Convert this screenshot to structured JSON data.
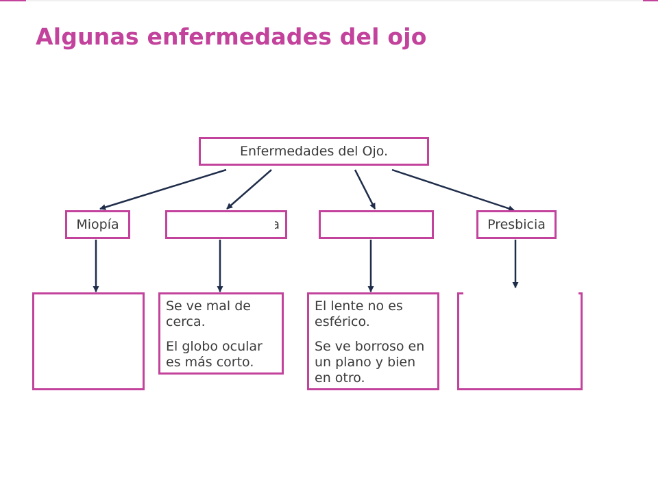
{
  "slide": {
    "title": "Algunas enfermedades del ojo"
  },
  "diagram": {
    "root": "Enfermedades del Ojo.",
    "branches": [
      {
        "label": "Miopía",
        "description": []
      },
      {
        "label": "a",
        "description": [
          "Se ve mal de cerca.",
          "El globo ocular es más corto."
        ]
      },
      {
        "label": "",
        "description": [
          "El lente no es esférico.",
          "Se ve borroso en un plano y bien en otro."
        ]
      },
      {
        "label": "Presbicia",
        "description": []
      }
    ]
  },
  "colors": {
    "accent": "#c2429c",
    "arrow": "#1f2d4a",
    "text": "#3a3a3a"
  }
}
